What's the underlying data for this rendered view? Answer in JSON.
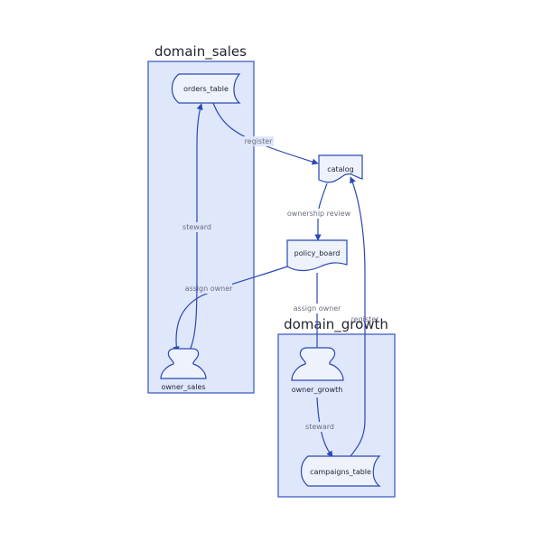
{
  "diagram": {
    "type": "data-governance-flow",
    "clusters": [
      {
        "id": "domain_sales",
        "label": "domain_sales"
      },
      {
        "id": "domain_growth",
        "label": "domain_growth"
      }
    ],
    "nodes": [
      {
        "id": "orders_table",
        "label": "orders_table",
        "shape": "storage",
        "cluster": "domain_sales"
      },
      {
        "id": "owner_sales",
        "label": "owner_sales",
        "shape": "actor",
        "cluster": "domain_sales"
      },
      {
        "id": "catalog",
        "label": "catalog",
        "shape": "document"
      },
      {
        "id": "policy_board",
        "label": "policy_board",
        "shape": "document"
      },
      {
        "id": "owner_growth",
        "label": "owner_growth",
        "shape": "actor",
        "cluster": "domain_growth"
      },
      {
        "id": "campaigns_table",
        "label": "campaigns_table",
        "shape": "storage",
        "cluster": "domain_growth"
      }
    ],
    "edges": [
      {
        "from": "orders_table",
        "to": "catalog",
        "label": "register"
      },
      {
        "from": "catalog",
        "to": "policy_board",
        "label": "ownership review"
      },
      {
        "from": "policy_board",
        "to": "owner_sales",
        "label": "assign owner"
      },
      {
        "from": "policy_board",
        "to": "owner_growth",
        "label": "assign owner"
      },
      {
        "from": "owner_sales",
        "to": "orders_table",
        "label": "steward"
      },
      {
        "from": "owner_growth",
        "to": "campaigns_table",
        "label": "steward"
      },
      {
        "from": "campaigns_table",
        "to": "catalog",
        "label": "register"
      }
    ]
  }
}
